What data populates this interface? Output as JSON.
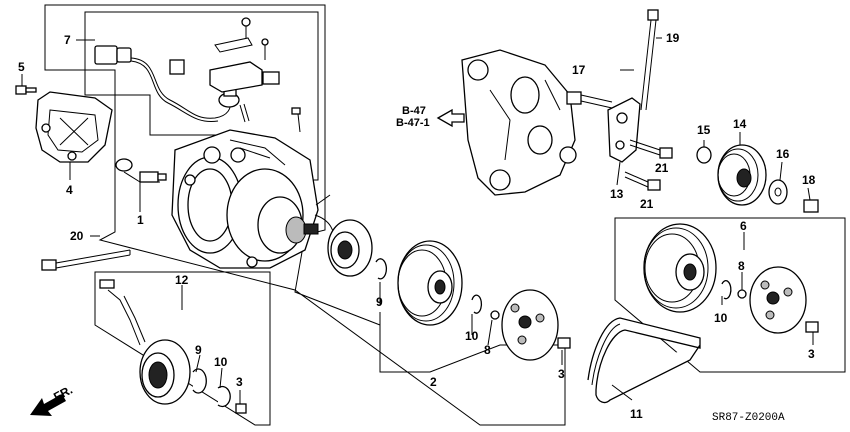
{
  "labels": {
    "p1": "1",
    "p2": "2",
    "p3a": "3",
    "p3b": "3",
    "p3c": "3",
    "p4": "4",
    "p5": "5",
    "p6": "6",
    "p7": "7",
    "p8a": "8",
    "p8b": "8",
    "p9a": "9",
    "p9b": "9",
    "p10a": "10",
    "p10b": "10",
    "p10c": "10",
    "p11": "11",
    "p12": "12",
    "p13": "13",
    "p14": "14",
    "p15": "15",
    "p16": "16",
    "p17": "17",
    "p18": "18",
    "p19": "19",
    "p20": "20",
    "p21a": "21",
    "p21b": "21"
  },
  "refs": {
    "ref1": "B-47",
    "ref2": "B-47-1"
  },
  "front_label": "FR.",
  "diagram_code": "SR87-Z0200A"
}
